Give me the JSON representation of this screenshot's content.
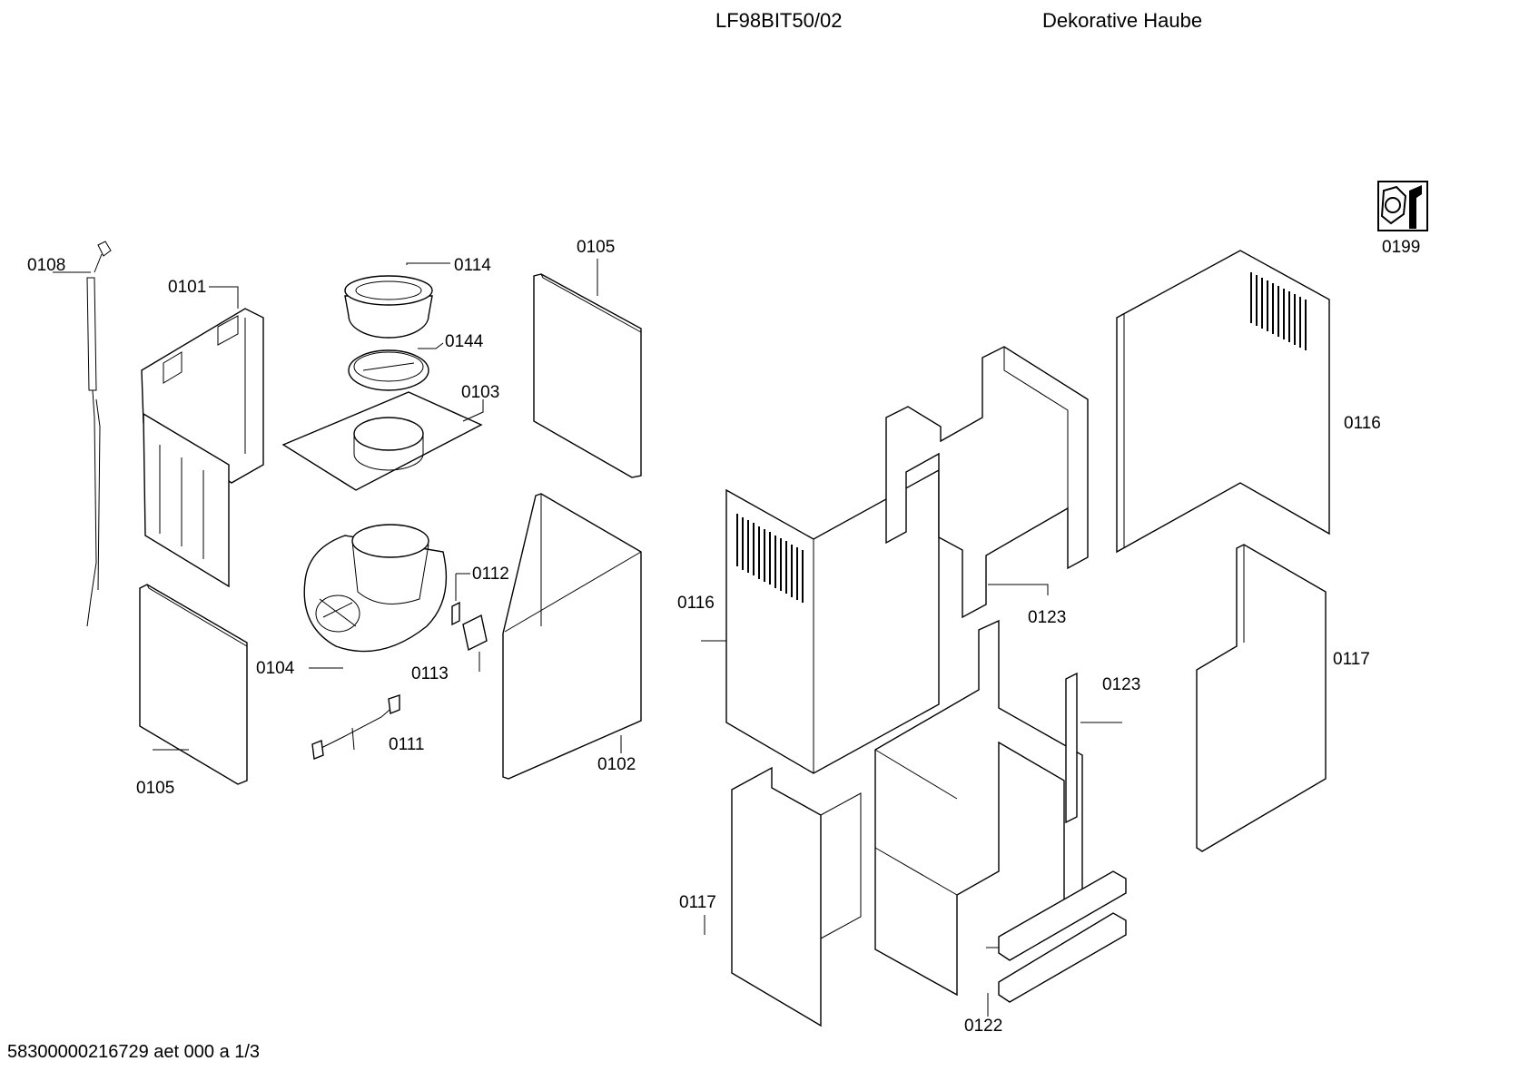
{
  "header": {
    "model": "LF98BIT50/02",
    "description": "Dekorative Haube"
  },
  "footer": {
    "document_id": "58300000216729 aet 000 a 1/3"
  },
  "callouts": {
    "p0101": "0101",
    "p0102": "0102",
    "p0103": "0103",
    "p0104": "0104",
    "p0105a": "0105",
    "p0105b": "0105",
    "p0108": "0108",
    "p0111": "0111",
    "p0112": "0112",
    "p0113": "0113",
    "p0114": "0114",
    "p0116a": "0116",
    "p0116b": "0116",
    "p0117a": "0117",
    "p0117b": "0117",
    "p0122": "0122",
    "p0123a": "0123",
    "p0123b": "0123",
    "p0144": "0144",
    "p0199": "0199"
  },
  "icons": {
    "service_kit": "wrench-nut-icon"
  }
}
